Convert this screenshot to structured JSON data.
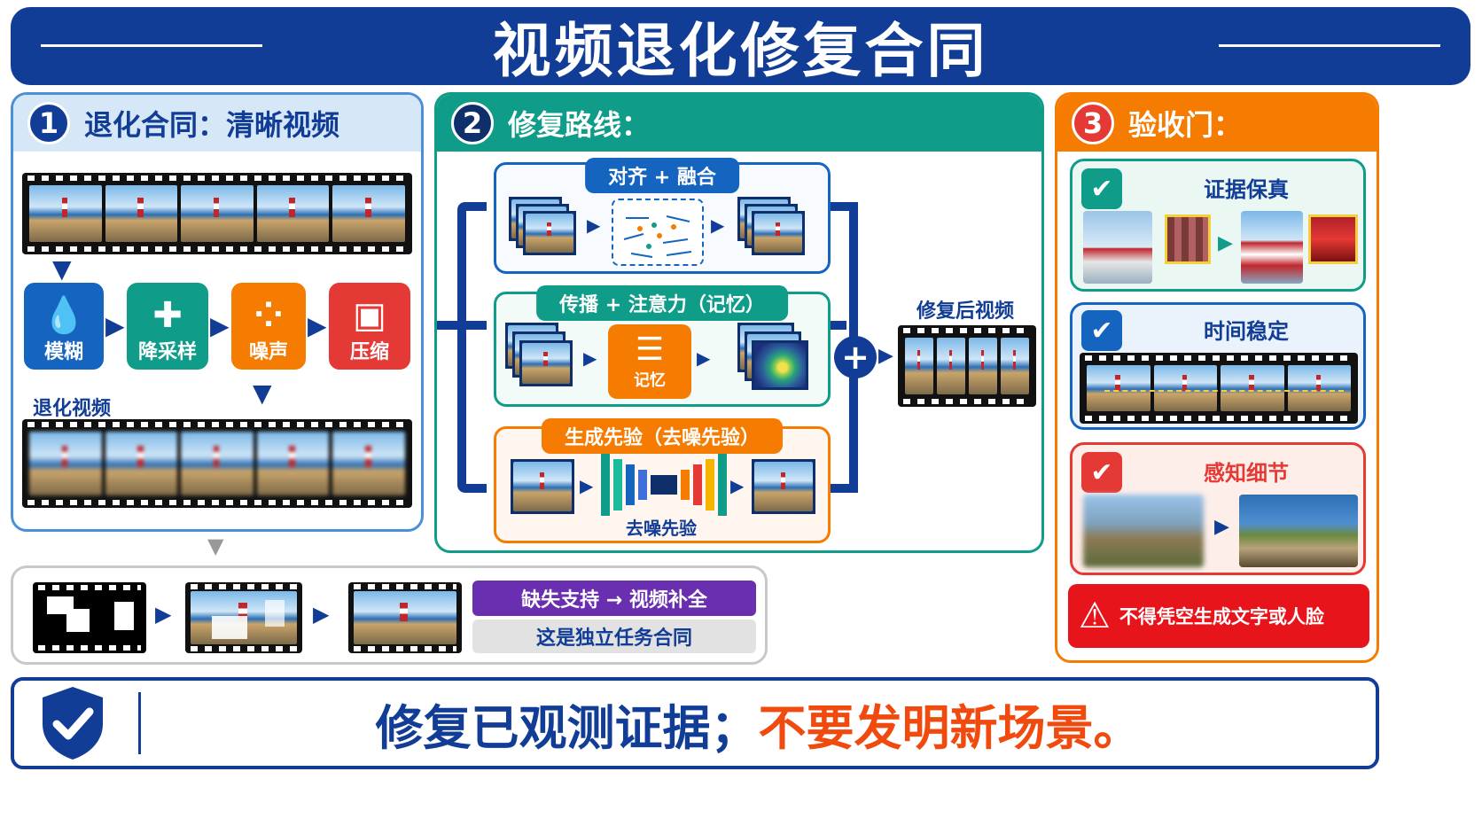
{
  "title": "视频退化修复合同",
  "panel1": {
    "number": "1",
    "title": "退化合同：清晰视频",
    "ops": [
      {
        "label": "模糊",
        "icon": "droplet-icon",
        "color": "#1565c0",
        "glyph": "💧"
      },
      {
        "label": "降采样",
        "icon": "downsample-grid-icon",
        "color": "#0f9d8a",
        "glyph": "✚"
      },
      {
        "label": "噪声",
        "icon": "noise-dots-icon",
        "color": "#f57c00",
        "glyph": "⁘"
      },
      {
        "label": "压缩",
        "icon": "compress-icon",
        "color": "#e53935",
        "glyph": "▣"
      }
    ],
    "degraded_label": "退化视频"
  },
  "panel2": {
    "number": "2",
    "title": "修复路线：",
    "routes": [
      {
        "label": "对齐 + 融合",
        "color": "#1565c0"
      },
      {
        "label": "传播 + 注意力（记忆）",
        "color": "#0f9d8a",
        "memory_label": "记忆"
      },
      {
        "label": "生成先验（去噪先验）",
        "color": "#f57c00",
        "denoise_label": "去噪先验"
      }
    ],
    "fuse_symbol": "+",
    "output_label": "修复后视频"
  },
  "panel3": {
    "number": "3",
    "title": "验收门：",
    "checks": [
      {
        "label": "证据保真"
      },
      {
        "label": "时间稳定"
      },
      {
        "label": "感知细节"
      }
    ],
    "warning": "不得凭空生成文字或人脸"
  },
  "inpaint": {
    "tag_purple": "缺失支持 → 视频补全",
    "tag_gray": "这是独立任务合同"
  },
  "footer": {
    "part1": "修复已观测证据；",
    "part2": "不要发明新场景。"
  },
  "colors": {
    "navy": "#123d96",
    "teal": "#0f9d8a",
    "orange": "#f57c00",
    "red": "#e53935",
    "purple": "#6a2fb0"
  }
}
